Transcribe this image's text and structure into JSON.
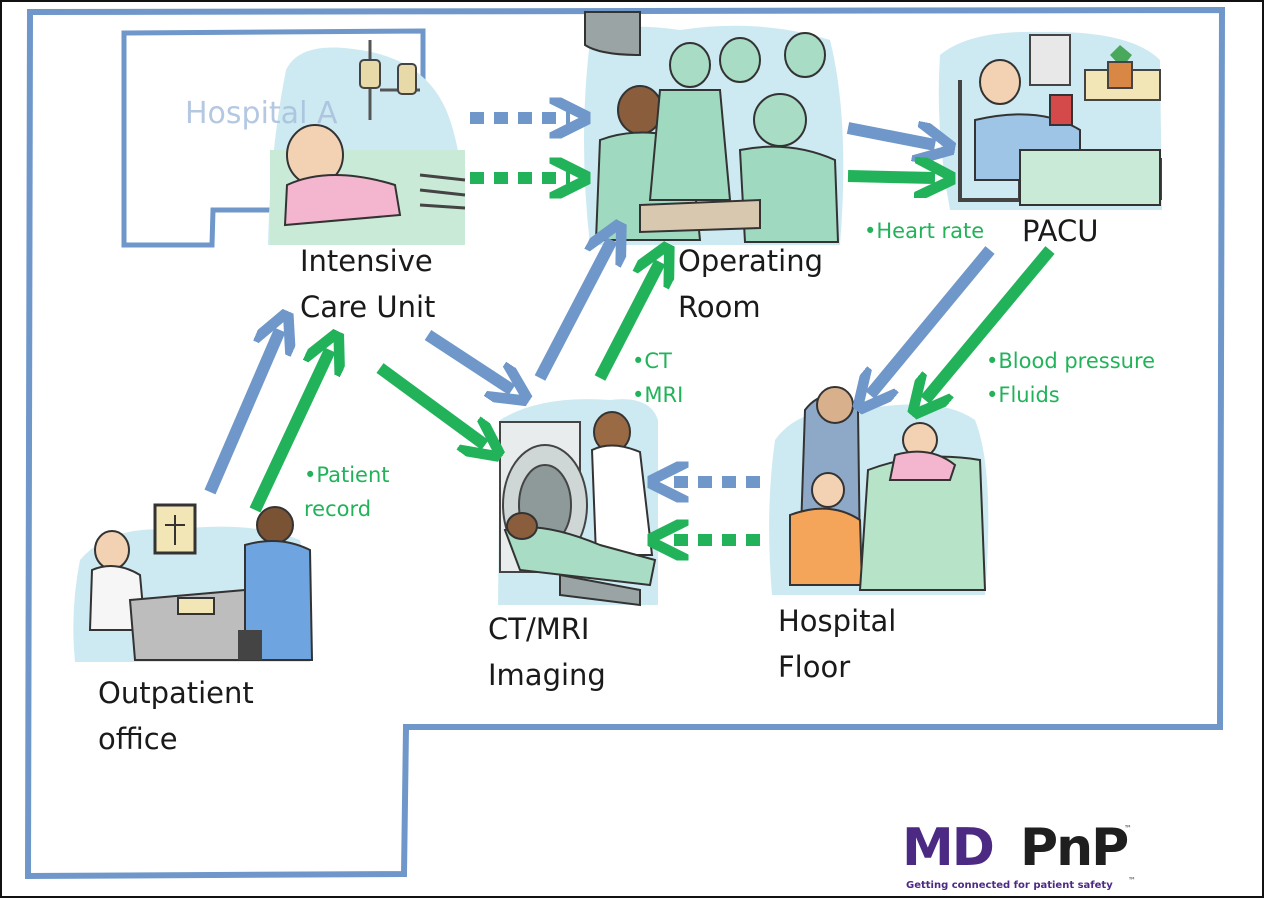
{
  "hospital_label": "Hospital A",
  "locations": {
    "icu": {
      "line1": "Intensive",
      "line2": "Care Unit"
    },
    "operating_room": {
      "line1": "Operating",
      "line2": "Room"
    },
    "pacu": {
      "line1": "PACU"
    },
    "imaging": {
      "line1": "CT/MRI",
      "line2": "Imaging"
    },
    "hospital_floor": {
      "line1": "Hospital",
      "line2": "Floor"
    },
    "outpatient": {
      "line1": "Outpatient",
      "line2": "office"
    }
  },
  "data_notes": {
    "patient_record": [
      "•Patient",
      "record"
    ],
    "imaging": [
      "•CT",
      "•MRI"
    ],
    "heart_rate": "•Heart rate",
    "blood_pressure_fluids": [
      "•Blood pressure",
      "•Fluids"
    ]
  },
  "logo": {
    "md": "MD",
    "pnp": "PnP",
    "tm": "™",
    "tagline": "Getting connected for patient safety"
  },
  "colors": {
    "blue_arrow": "#6f97c9",
    "green_arrow": "#22b35a",
    "border": "#6f97c9",
    "note_text": "#22b35a",
    "logo_purple": "#4c2a84"
  }
}
